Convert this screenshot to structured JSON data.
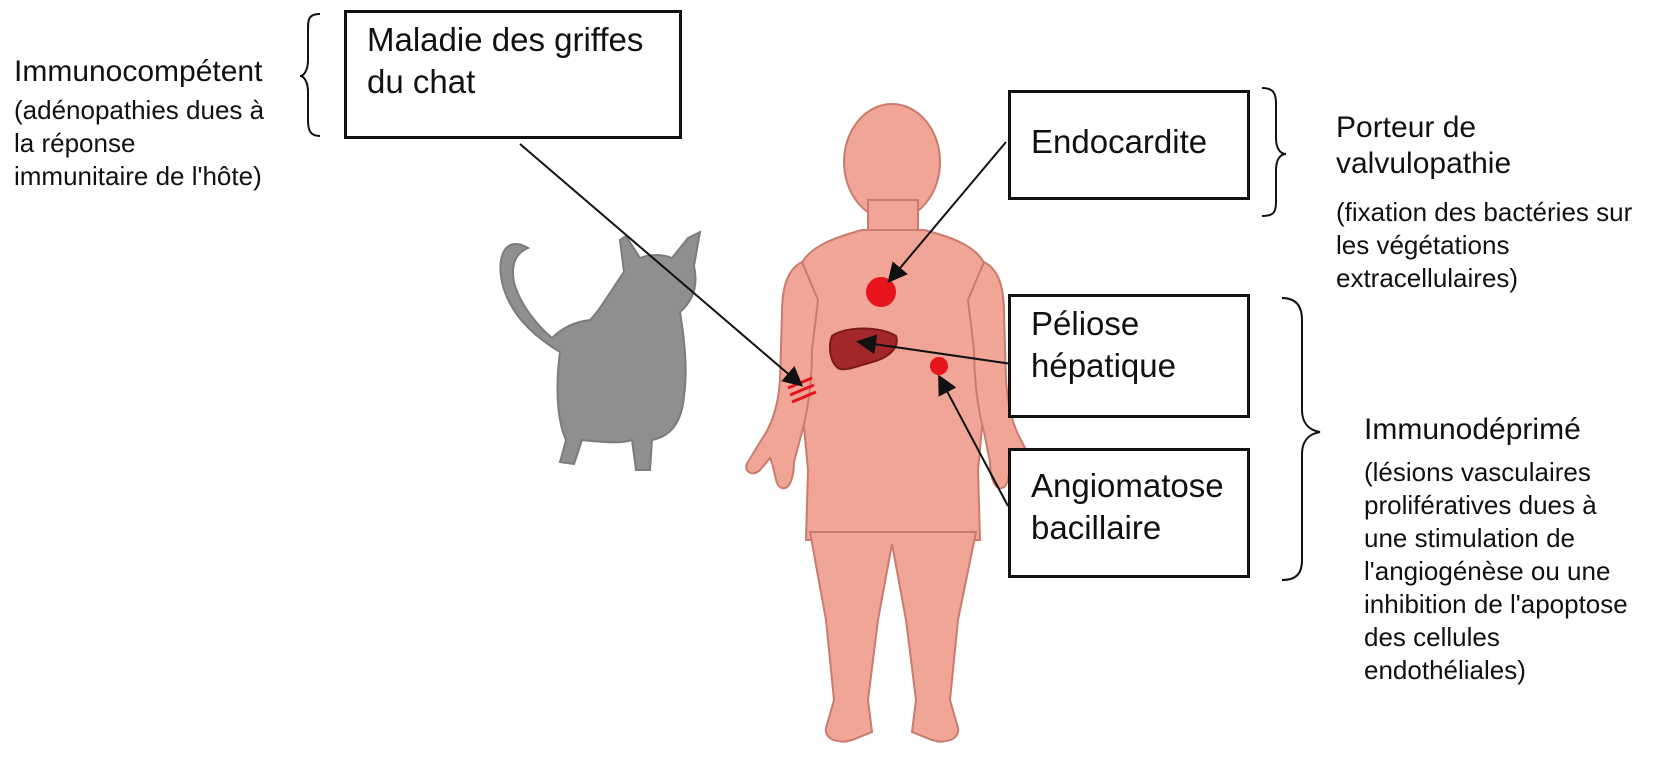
{
  "groups": {
    "immunocompetent": {
      "title": "Immunocompétent",
      "note": "(adénopathies dues à\nla réponse\nimmunitaire de l'hôte)"
    },
    "valve_carrier": {
      "title": "Porteur de\nvalvulopathie",
      "note": "(fixation des bactéries sur\nles végétations\nextracellulaires)"
    },
    "immunodepressed": {
      "title": "Immunodéprimé",
      "note": "(lésions vasculaires\nprolifératives dues à\nune stimulation de\nl'angiogénèse ou une\ninhibition de l'apoptose\ndes cellules\nendothéliales)"
    }
  },
  "diseases": {
    "cat_scratch": "Maladie des griffes\ndu chat",
    "endocarditis": "Endocardite",
    "peliosis": "Péliose\nhépatique",
    "angiomatosis": "Angiomatose\nbacillaire"
  },
  "colors": {
    "body": "#f0a596",
    "body_outline": "#c97b6d",
    "cat": "#8f8f8f",
    "lesion": "#e8141c",
    "liver": "#a3262a"
  },
  "icons": [
    "cat-icon",
    "human-body-icon",
    "heart-lesion-icon",
    "liver-icon",
    "arm-lesion-icon",
    "scratch-marks-icon"
  ]
}
